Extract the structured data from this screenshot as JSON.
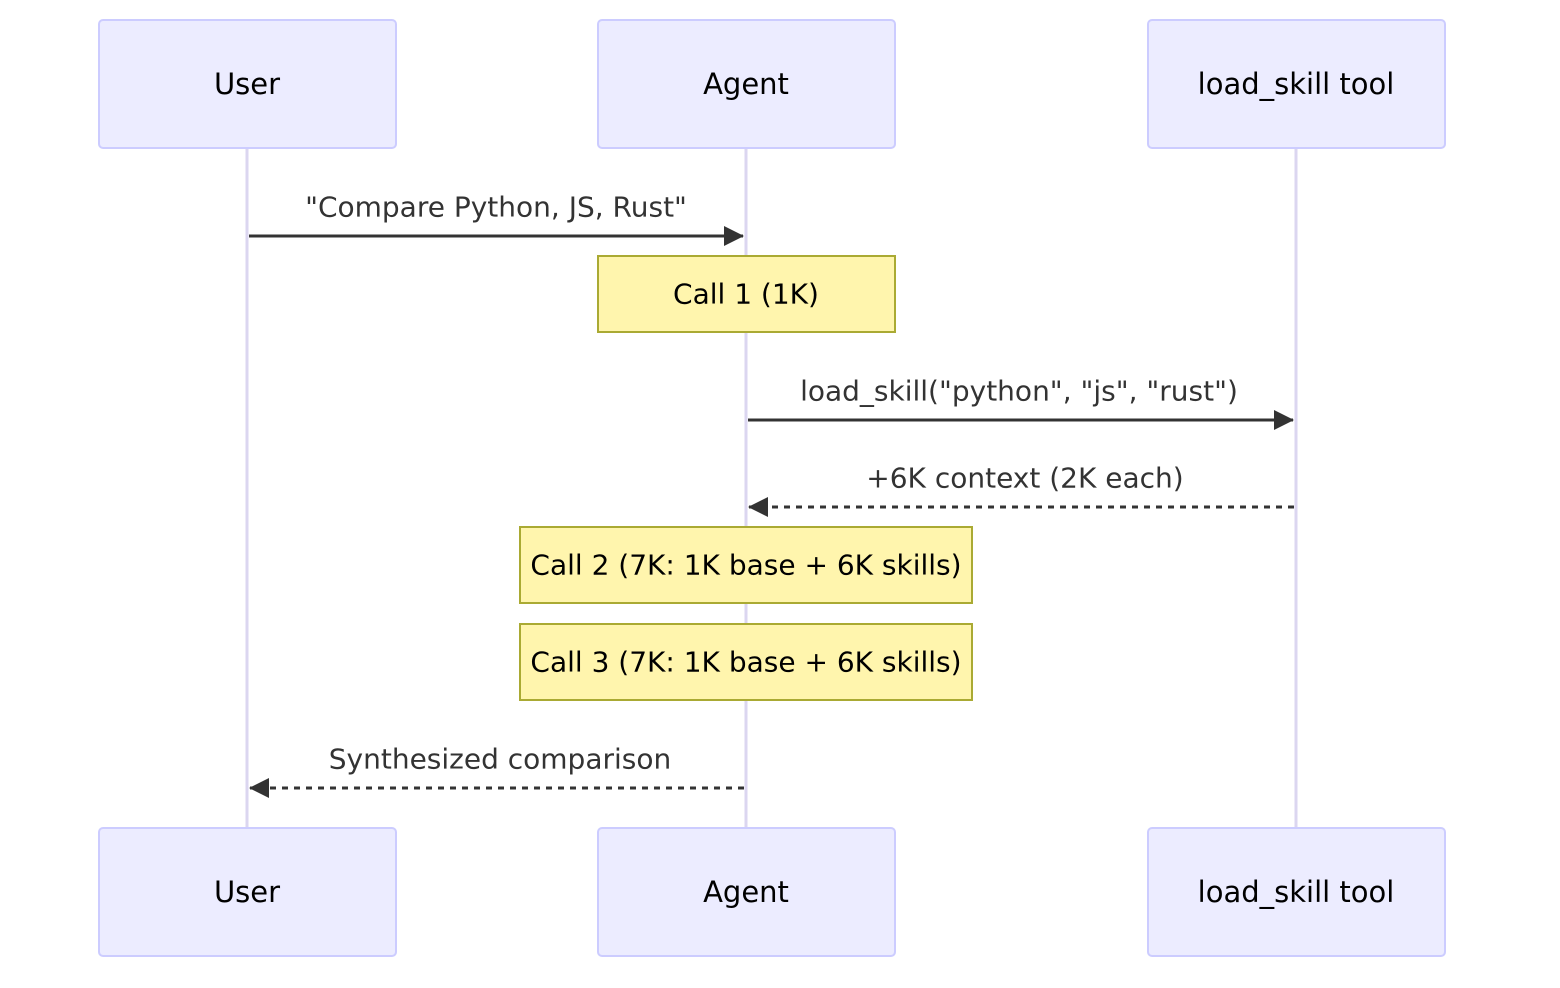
{
  "actors": {
    "user": "User",
    "agent": "Agent",
    "tool": "load_skill tool"
  },
  "messages": {
    "m1": "\"Compare Python, JS, Rust\"",
    "m2": "load_skill(\"python\", \"js\", \"rust\")",
    "m3": "+6K context (2K each)",
    "m4": "Synthesized comparison"
  },
  "notes": {
    "n1": "Call 1 (1K)",
    "n2": "Call 2 (7K: 1K base + 6K skills)",
    "n3": "Call 3 (7K: 1K base + 6K skills)"
  },
  "colors": {
    "actor_fill": "#ECECFF",
    "actor_stroke": "#CCCCFF",
    "note_fill": "#FFF5AD",
    "note_stroke": "#AAAA33",
    "line": "#333333"
  }
}
